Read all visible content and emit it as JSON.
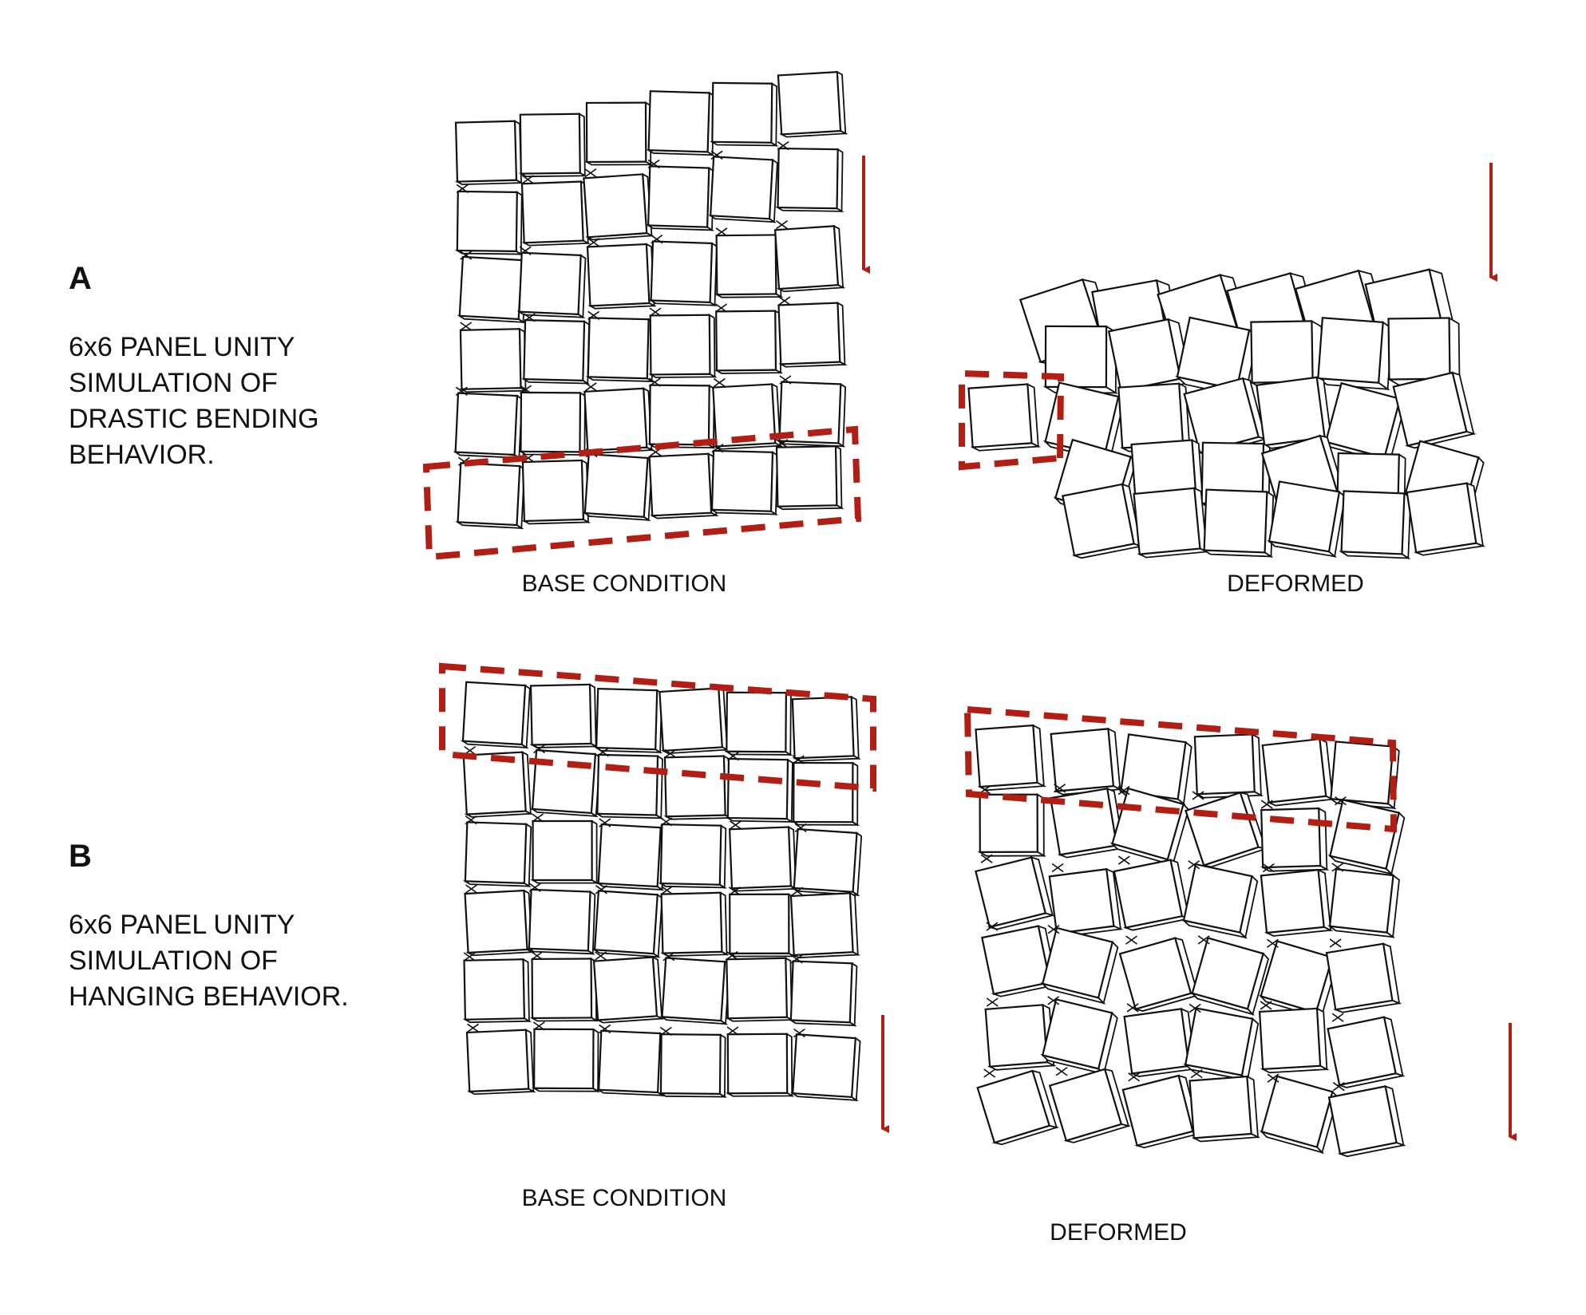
{
  "colors": {
    "accent": "#B01E14",
    "line": "#111111",
    "background": "#FFFFFF"
  },
  "sections": [
    {
      "id": "A",
      "letter": "A",
      "description_lines": [
        "6x6 PANEL UNITY",
        "SIMULATION OF",
        "DRASTIC BENDING",
        "BEHAVIOR."
      ],
      "base_caption": "BASE CONDITION",
      "deformed_caption": "DEFORMED",
      "grid": {
        "rows": 6,
        "cols": 6
      },
      "highlighted_row_base": "bottom",
      "force_direction": "down"
    },
    {
      "id": "B",
      "letter": "B",
      "description_lines": [
        "6x6 PANEL UNITY",
        "SIMULATION OF",
        "HANGING BEHAVIOR."
      ],
      "base_caption": "BASE CONDITION",
      "deformed_caption": "DEFORMED",
      "grid": {
        "rows": 6,
        "cols": 6
      },
      "highlighted_row_base": "top",
      "force_direction": "down"
    }
  ]
}
